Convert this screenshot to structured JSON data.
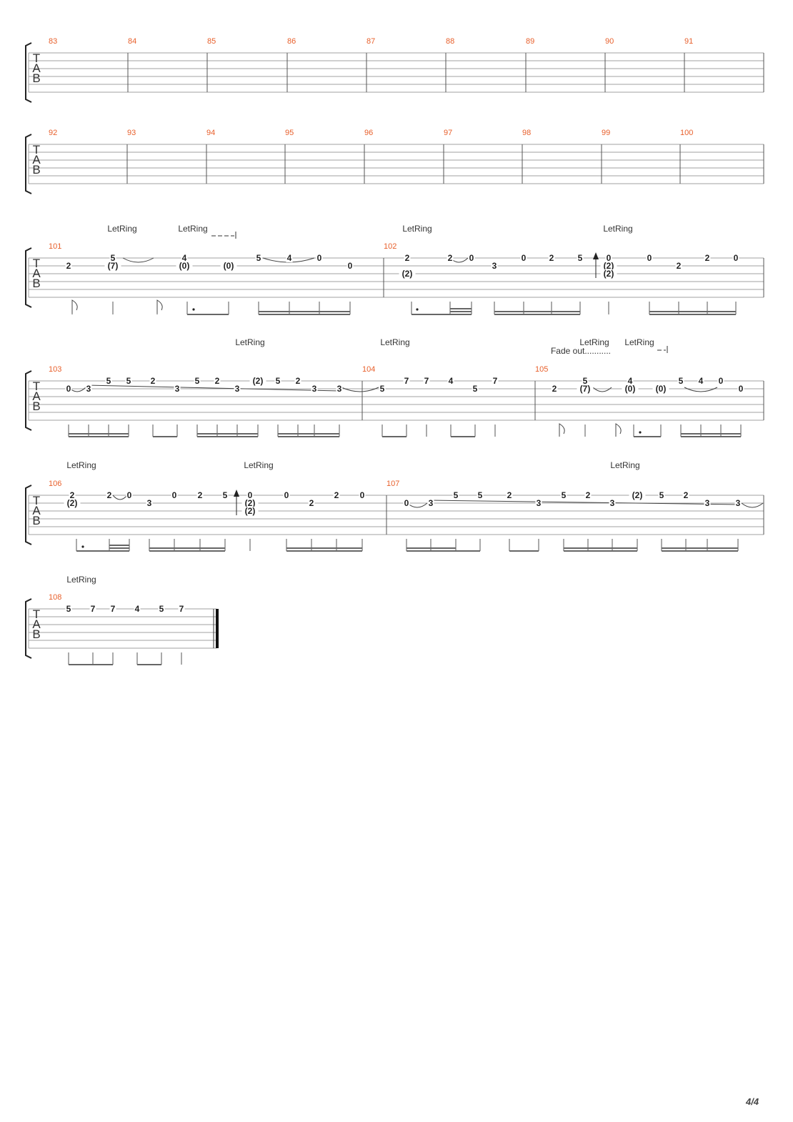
{
  "page": {
    "number": "4/4"
  },
  "tab_label": [
    "T",
    "A",
    "B"
  ],
  "systems": [
    {
      "bars": [
        "83",
        "84",
        "85",
        "86",
        "87",
        "88",
        "89",
        "90",
        "91"
      ]
    },
    {
      "bars": [
        "92",
        "93",
        "94",
        "95",
        "96",
        "97",
        "98",
        "99",
        "100"
      ]
    },
    {
      "bars": [
        "101",
        "102"
      ],
      "annotations": [
        "LetRing",
        "LetRing",
        "LetRing",
        "LetRing"
      ],
      "notes": [
        "2",
        "5",
        "(7)",
        "4",
        "(0)",
        "(0)",
        "5",
        "4",
        "0",
        "0",
        "2",
        "(2)",
        "2",
        "0",
        "3",
        "0",
        "2",
        "5",
        "0",
        "(2)",
        "(2)",
        "0",
        "2",
        "2",
        "0"
      ]
    },
    {
      "bars": [
        "103",
        "104",
        "105"
      ],
      "annotations": [
        "LetRing",
        "LetRing",
        "LetRing",
        "LetRing",
        "Fade out..........."
      ],
      "notes": [
        "0",
        "3",
        "5",
        "5",
        "2",
        "3",
        "5",
        "2",
        "3",
        "(2)",
        "5",
        "2",
        "3",
        "3",
        "5",
        "7",
        "7",
        "4",
        "5",
        "7",
        "2",
        "5",
        "(7)",
        "4",
        "(0)",
        "(0)",
        "5",
        "4",
        "0",
        "0"
      ]
    },
    {
      "bars": [
        "106",
        "107"
      ],
      "annotations": [
        "LetRing",
        "LetRing",
        "LetRing"
      ],
      "notes": [
        "2",
        "(2)",
        "2",
        "0",
        "3",
        "0",
        "2",
        "5",
        "0",
        "(2)",
        "(2)",
        "0",
        "2",
        "2",
        "0",
        "0",
        "3",
        "5",
        "5",
        "2",
        "3",
        "5",
        "2",
        "3",
        "(2)",
        "5",
        "2",
        "3",
        "3"
      ]
    },
    {
      "bars": [
        "108"
      ],
      "annotations": [
        "LetRing"
      ],
      "notes": [
        "5",
        "7",
        "7",
        "4",
        "5",
        "7"
      ]
    }
  ]
}
